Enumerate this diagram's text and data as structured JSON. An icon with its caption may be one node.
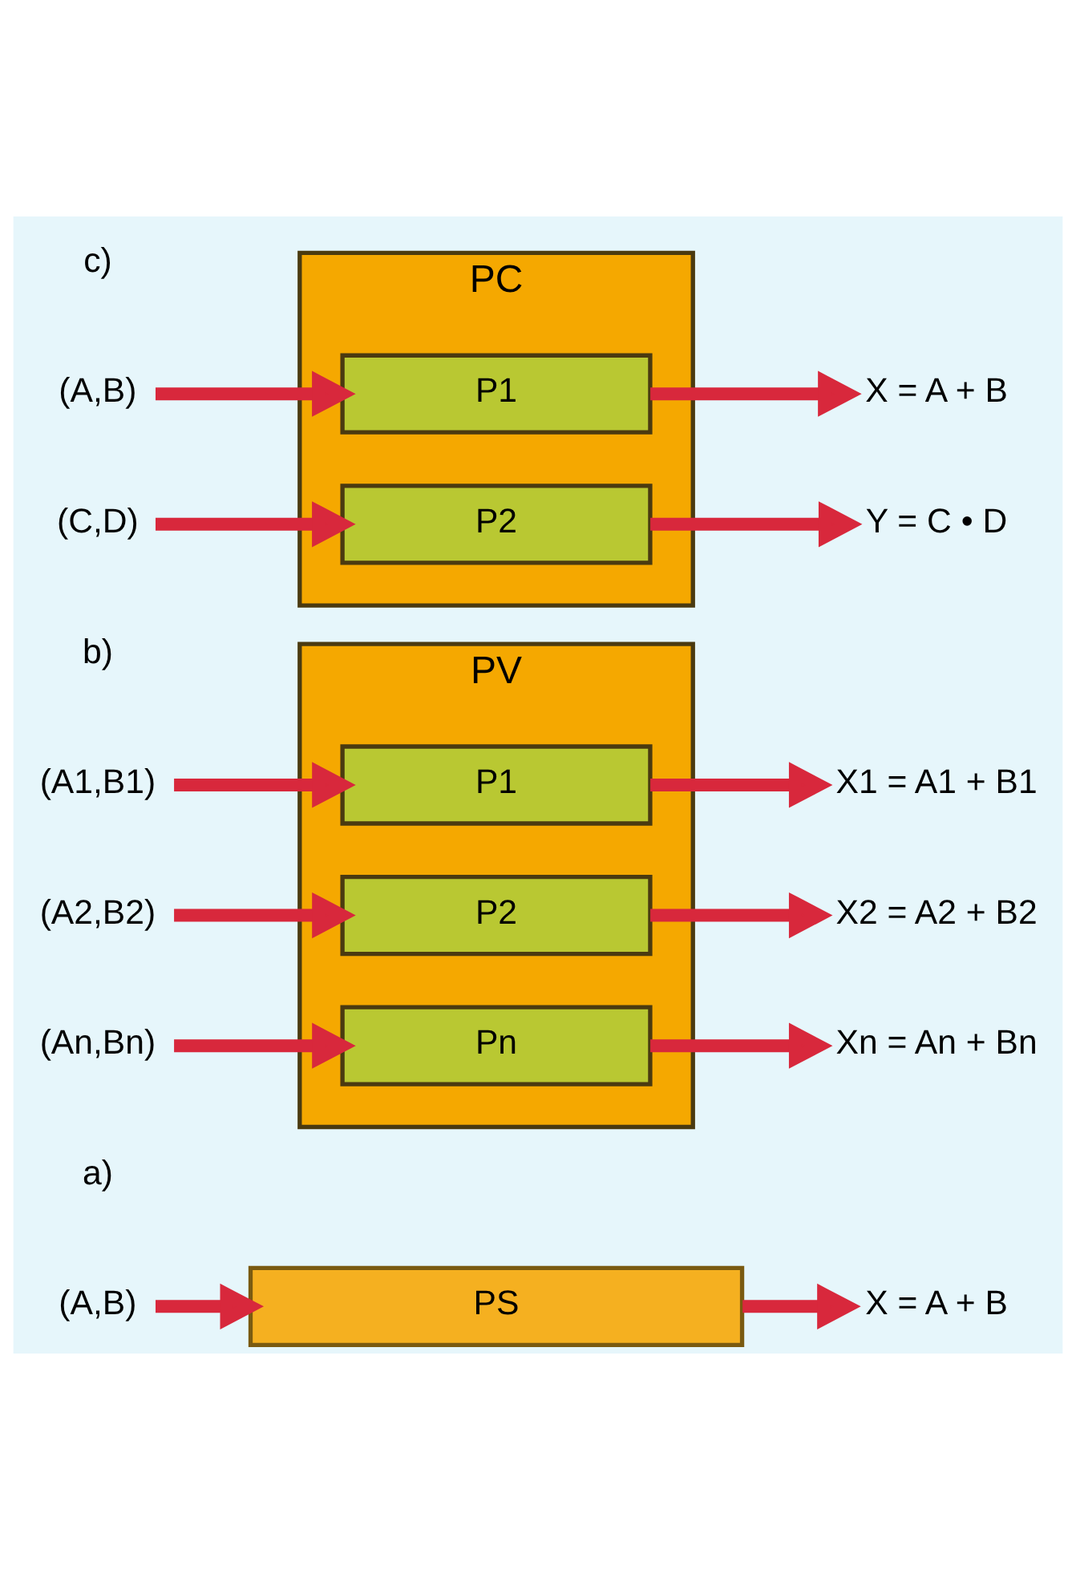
{
  "diagram": {
    "nodes": [
      {
        "text": [
          "(A,B)"
        ]
      },
      {
        "text": [
          "PS"
        ]
      },
      {
        "text": [
          "X = A + B"
        ]
      },
      {
        "text": [
          "PV"
        ]
      },
      {
        "text": [
          "(A1,B1)"
        ]
      },
      {
        "text": [
          "P1"
        ],
        "in": 3
      },
      {
        "text": [
          "X1 = A1 + B1"
        ]
      },
      {
        "text": [
          "(A2,B2)"
        ]
      },
      {
        "text": [
          "P2"
        ],
        "in": 3
      },
      {
        "text": [
          "X2 = A2 + B2"
        ]
      },
      {
        "text": [
          "(An,Bn)"
        ]
      },
      {
        "text": [
          "Pn"
        ],
        "in": 3
      },
      {
        "text": [
          "Xn = An + Bn"
        ]
      },
      {
        "text": [
          "PC"
        ]
      },
      {
        "text": [
          "(A,B)"
        ]
      },
      {
        "text": [
          "P1"
        ],
        "in": 13
      },
      {
        "text": [
          "X = A + B"
        ]
      },
      {
        "text": [
          "(C,D)"
        ]
      },
      {
        "text": [
          "P2"
        ],
        "in": 13
      },
      {
        "text": [
          "Y = C • D"
        ]
      }
    ],
    "edges": [
      {
        "from": 0,
        "to": 1,
        "arrow": "to"
      },
      {
        "from": 1,
        "to": 2,
        "arrow": "to"
      },
      {
        "from": 4,
        "to": 5,
        "arrow": "to"
      },
      {
        "from": 5,
        "to": 6,
        "arrow": "to"
      },
      {
        "from": 7,
        "to": 8,
        "arrow": "to"
      },
      {
        "from": 8,
        "to": 9,
        "arrow": "to"
      },
      {
        "from": 10,
        "to": 11,
        "arrow": "to"
      },
      {
        "from": 11,
        "to": 12,
        "arrow": "to"
      },
      {
        "from": 14,
        "to": 15,
        "arrow": "to"
      },
      {
        "from": 15,
        "to": 16,
        "arrow": "to"
      },
      {
        "from": 17,
        "to": 18,
        "arrow": "to"
      },
      {
        "from": 18,
        "to": 19,
        "arrow": "to"
      }
    ],
    "labels": [
      "a)",
      "b)",
      "c)"
    ]
  }
}
